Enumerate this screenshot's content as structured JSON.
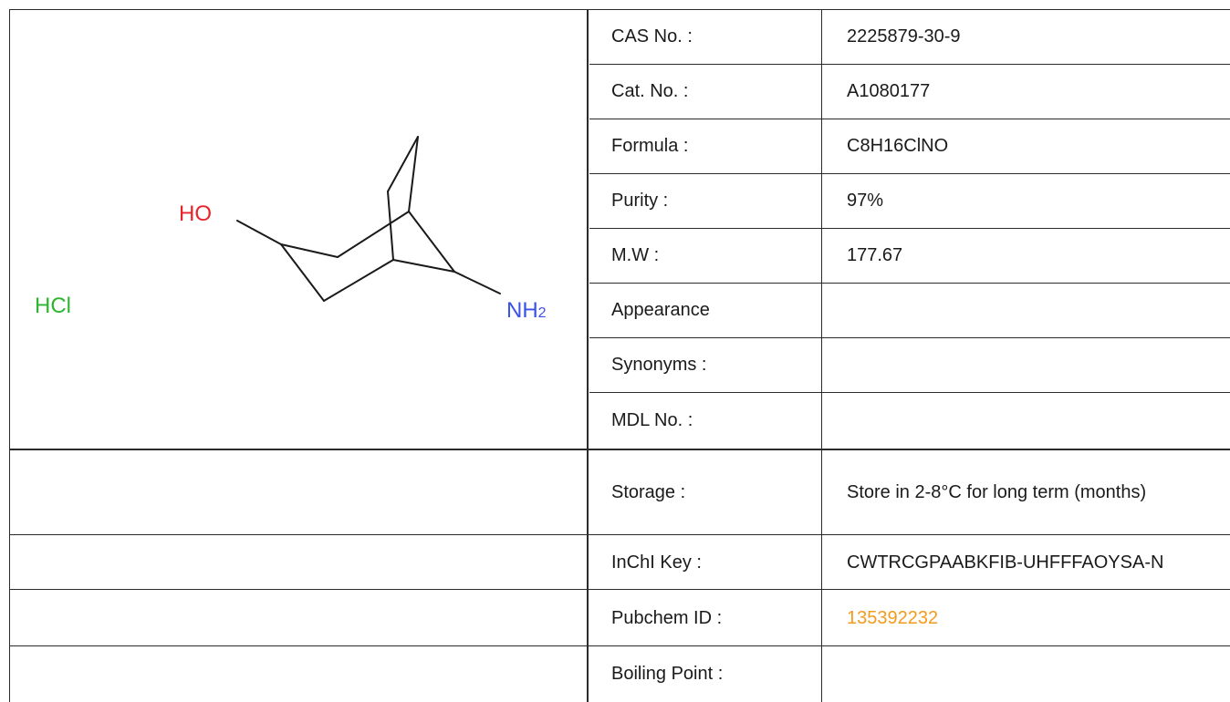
{
  "properties": [
    {
      "label": "CAS No. :",
      "value": "2225879-30-9"
    },
    {
      "label": "Cat. No. :",
      "value": "A1080177"
    },
    {
      "label": "Formula :",
      "value": "C8H16ClNO"
    },
    {
      "label": "Purity :",
      "value": "97%"
    },
    {
      "label": "M.W :",
      "value": "177.67"
    },
    {
      "label": "Appearance",
      "value": ""
    },
    {
      "label": "Synonyms :",
      "value": ""
    },
    {
      "label": "MDL No. :",
      "value": ""
    },
    {
      "label": "Storage :",
      "value": "Store in 2-8°C for long term (months)"
    },
    {
      "label": "InChI Key :",
      "value": "CWTRCGPAABKFIB-UHFFFAOYSA-N"
    },
    {
      "label": "Pubchem ID :",
      "value": "135392232"
    },
    {
      "label": "Boiling Point :",
      "value": ""
    }
  ],
  "structure": {
    "hydroxyl_label": "HO",
    "amine_label": "NH",
    "amine_subscript": "2",
    "salt_label": "HCl",
    "colors": {
      "oxygen": "#e8242b",
      "nitrogen": "#3a52e6",
      "chlorine": "#2db52d",
      "bond": "#1a1a1a",
      "link": "#f39b1c"
    }
  }
}
